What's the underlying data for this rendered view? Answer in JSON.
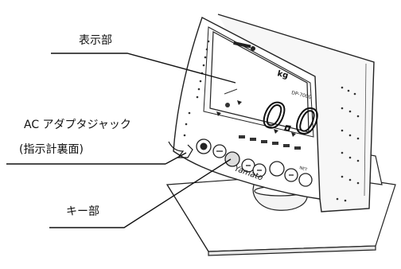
{
  "labels": {
    "display": "表示部",
    "ac_jack_line1": "AC アダプタジャック",
    "ac_jack_line2": "(指示計裏面)",
    "keys": "キー部"
  },
  "device": {
    "reading": "0.0",
    "unit": "kg",
    "brand": "Yamato",
    "net_tag": "NET",
    "model_tag": "DP-7000"
  }
}
